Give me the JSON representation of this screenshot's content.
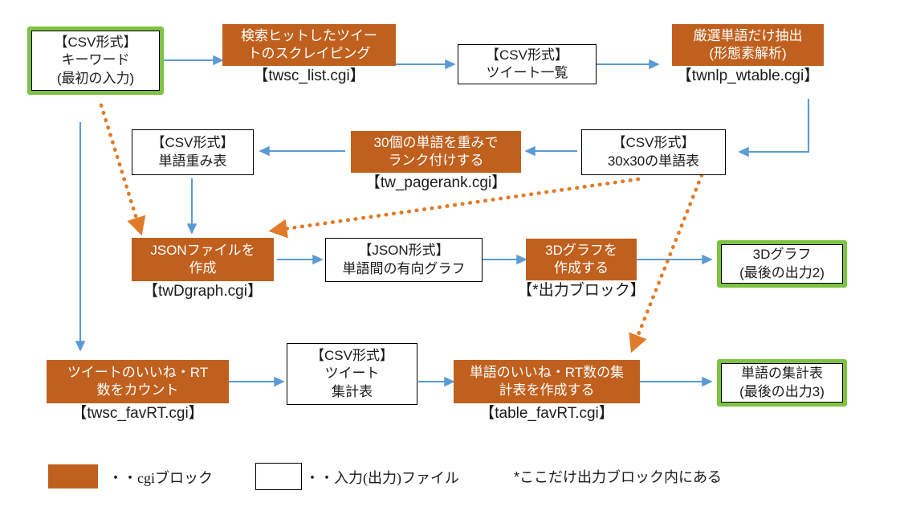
{
  "diagram": {
    "title": "Twitter analysis CGI pipeline flowchart",
    "colors": {
      "cgi_block": "#C0601F",
      "output_border": "#7DC242",
      "arrow_blue": "#5B9BD5",
      "arrow_orange_dotted": "#E07B29",
      "file_border": "#000000",
      "background": "#FFFFFF"
    },
    "nodes": [
      {
        "id": "keyword-input",
        "kind": "output-green",
        "lines": [
          "【CSV形式】",
          "キーワード",
          "(最初の入力)"
        ]
      },
      {
        "id": "scrape-tweets",
        "kind": "cgi",
        "lines": [
          "検索ヒットしたツイー",
          "トのスクレイピング"
        ],
        "caption": "【twsc_list.cgi】"
      },
      {
        "id": "tweet-list",
        "kind": "file",
        "lines": [
          "【CSV形式】",
          "ツイート一覧"
        ]
      },
      {
        "id": "extract-words",
        "kind": "cgi",
        "lines": [
          "厳選単語だけ抽出",
          "(形態素解析)"
        ],
        "caption": "【twnlp_wtable.cgi】"
      },
      {
        "id": "word-weight-table",
        "kind": "file",
        "lines": [
          "【CSV形式】",
          "単語重み表"
        ]
      },
      {
        "id": "pagerank",
        "kind": "cgi",
        "lines": [
          "30個の単語を重みで",
          "ランク付けする"
        ],
        "caption": "【tw_pagerank.cgi】"
      },
      {
        "id": "word-matrix",
        "kind": "file",
        "lines": [
          "【CSV形式】",
          "30x30の単語表"
        ]
      },
      {
        "id": "make-json",
        "kind": "cgi",
        "lines": [
          "JSONファイルを",
          "作成"
        ],
        "caption": "【twDgraph.cgi】"
      },
      {
        "id": "directed-graph",
        "kind": "file",
        "lines": [
          "【JSON形式】",
          "単語間の有向グラフ"
        ]
      },
      {
        "id": "make-3d-graph",
        "kind": "cgi",
        "lines": [
          "3Dグラフを",
          "作成する"
        ],
        "caption": "【*出力ブロック】"
      },
      {
        "id": "output-3d-graph",
        "kind": "output-green",
        "lines": [
          "3Dグラフ",
          "(最後の出力2)"
        ]
      },
      {
        "id": "count-fav-rt",
        "kind": "cgi",
        "lines": [
          "ツイートのいいね・RT",
          "数をカウント"
        ],
        "caption": "【twsc_favRT.cgi】"
      },
      {
        "id": "tweet-summary-table",
        "kind": "file",
        "lines": [
          "【CSV形式】",
          "ツイート",
          "集計表"
        ]
      },
      {
        "id": "make-word-table",
        "kind": "cgi",
        "lines": [
          "単語のいいね・RT数の集",
          "計表を作成する"
        ],
        "caption": "【table_favRT.cgi】"
      },
      {
        "id": "output-word-table",
        "kind": "output-green",
        "lines": [
          "単語の集計表",
          "(最後の出力3)"
        ]
      }
    ],
    "legend": {
      "cgi_label": "・・cgiブロック",
      "file_label": "・・入力(出力)ファイル",
      "note": "*ここだけ出力ブロック内にある"
    }
  }
}
